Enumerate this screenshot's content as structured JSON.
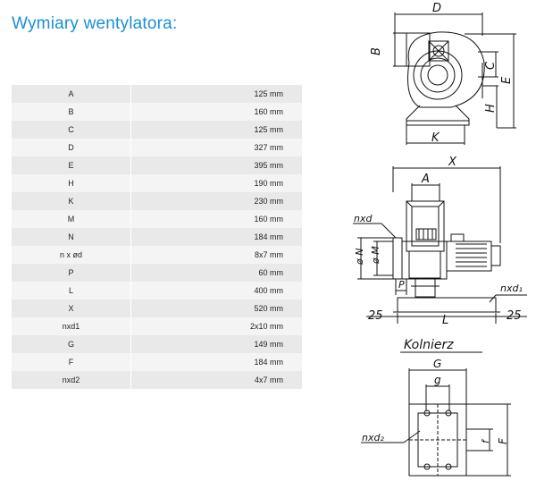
{
  "title": "Wymiary wentylatora:",
  "dimensions": [
    {
      "label": "A",
      "value": "125 mm"
    },
    {
      "label": "B",
      "value": "160 mm"
    },
    {
      "label": "C",
      "value": "125 mm"
    },
    {
      "label": "D",
      "value": "327 mm"
    },
    {
      "label": "E",
      "value": "395 mm"
    },
    {
      "label": "H",
      "value": "190 mm"
    },
    {
      "label": "K",
      "value": "230 mm"
    },
    {
      "label": "M",
      "value": "160 mm"
    },
    {
      "label": "N",
      "value": "184 mm"
    },
    {
      "label": "n x ød",
      "value": "8x7 mm"
    },
    {
      "label": "P",
      "value": "60 mm"
    },
    {
      "label": "L",
      "value": "400 mm"
    },
    {
      "label": "X",
      "value": "520 mm"
    },
    {
      "label": "nxd1",
      "value": "2x10 mm"
    },
    {
      "label": "G",
      "value": "149 mm"
    },
    {
      "label": "F",
      "value": "184 mm"
    },
    {
      "label": "nxd2",
      "value": "4x7 mm"
    }
  ],
  "drawing": {
    "front_view": {
      "D": "D",
      "B": "B",
      "C": "C",
      "E": "E",
      "H": "H",
      "K": "K"
    },
    "side_view": {
      "X": "X",
      "A": "A",
      "nxd": "nxd",
      "fiN": "ø N",
      "fiM": "ø M",
      "P": "P",
      "nxd1": "nxd₁",
      "L": "L",
      "offset_left": "25",
      "offset_right": "25"
    },
    "flange_view": {
      "caption": "Kolnierz",
      "G": "G",
      "g": "g",
      "nxd2": "nxd₂",
      "f": "f",
      "F": "F"
    }
  }
}
